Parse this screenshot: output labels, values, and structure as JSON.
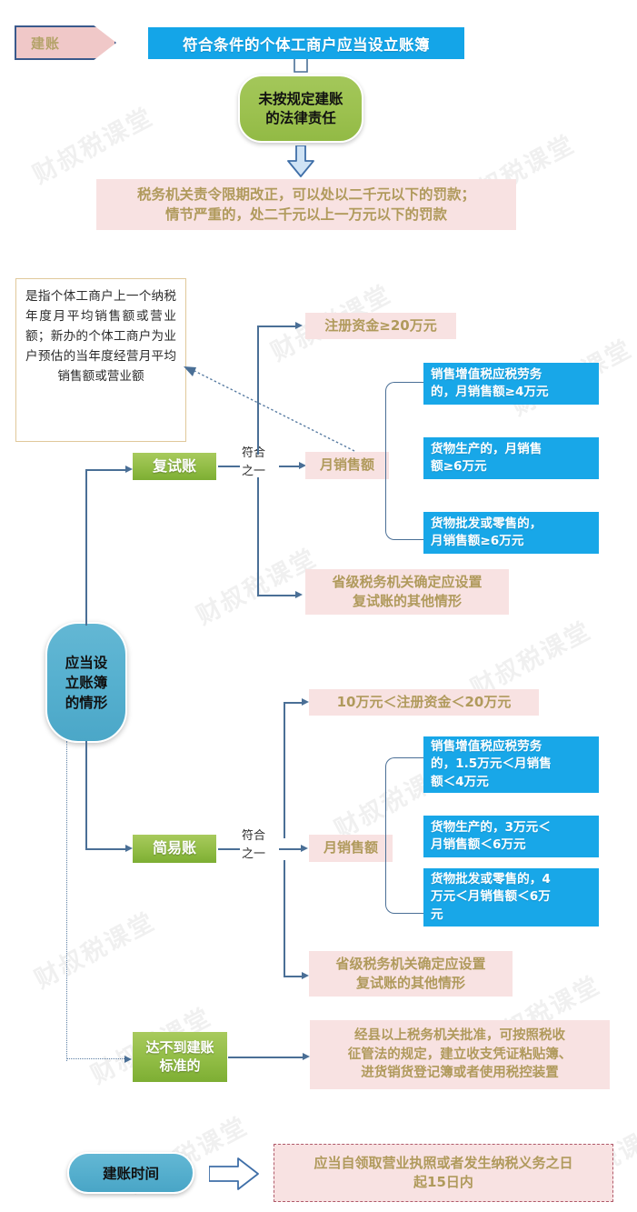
{
  "watermark": {
    "text": "财叔税课堂"
  },
  "top_section": {
    "tag_label": "建账",
    "banner_title": "符合条件的个体工商户应当设立账簿",
    "liability_node": "未按规定建账\n的法律责任",
    "liability_node_line1": "未按规定建账",
    "liability_node_line2": "的法律责任",
    "penalty_line1": "税务机关责令限期改正，可以处以二千元以下的罚款；",
    "penalty_line2": "情节严重的，处二千元以上一万元以下的罚款"
  },
  "definition_box": {
    "text": "是指个体工商户上一个纳税年度月平均销售额或营业额；新办的个体工商户为业户预估的当年度经营月平均销售额或营业额"
  },
  "main_node": {
    "line1": "应当设",
    "line2": "立账簿",
    "line3": "的情形"
  },
  "branch_double_entry": {
    "label": "复试账",
    "condition_line1": "符合",
    "condition_line2": "之一",
    "criteria": [
      {
        "kind": "pink",
        "text": "注册资金≥20万元"
      },
      {
        "kind": "pink",
        "text": "月销售额"
      },
      {
        "kind": "pink",
        "text": "省级税务机关确定应设置\n复试账的其他情形",
        "line1": "省级税务机关确定应设置",
        "line2": "复试账的其他情形"
      }
    ],
    "sales_details": [
      {
        "line1": "销售增值税应税劳务",
        "line2": "的，月销售额≥4万元"
      },
      {
        "line1": "货物生产的，月销售",
        "line2": "额≥6万元"
      },
      {
        "line1": "货物批发或零售的，",
        "line2": "月销售额≥6万元"
      }
    ]
  },
  "branch_simple": {
    "label": "简易账",
    "condition_line1": "符合",
    "condition_line2": "之一",
    "criteria": [
      {
        "kind": "pink",
        "text": "10万元＜注册资金＜20万元"
      },
      {
        "kind": "pink",
        "text": "月销售额"
      },
      {
        "kind": "pink",
        "line1": "省级税务机关确定应设置",
        "line2": "复试账的其他情形"
      }
    ],
    "sales_details": [
      {
        "line1": "销售增值税应税劳务",
        "line2": "的，1.5万元＜月销售",
        "line3": "额＜4万元"
      },
      {
        "line1": "货物生产的，3万元＜",
        "line2": "月销售额＜6万元"
      },
      {
        "line1": "货物批发或零售的，4",
        "line2": "万元＜月销售额＜6万",
        "line3": "元"
      }
    ]
  },
  "branch_below": {
    "label_line1": "达不到建账",
    "label_line2": "标准的",
    "result_line1": "经县以上税务机关批准，可按照税收",
    "result_line2": "征管法的规定，建立收支凭证粘贴簿、",
    "result_line3": "进货销货登记簿或者使用税控装置"
  },
  "bottom_section": {
    "time_label": "建账时间",
    "time_value_line1": "应当自领取营业执照或者发生纳税义务之日",
    "time_value_line2": "起15日内"
  },
  "colors": {
    "banner_blue": "#14a5e8",
    "detail_blue": "#18a7e8",
    "pink_fill": "#f8e2e2",
    "pink_text": "#b09a5c",
    "green_node": "#9cc14f",
    "green_label": "#8fbb43",
    "node_blue": "#56b0cf",
    "connector": "#4a6f96",
    "tag_border": "#3a5a8c",
    "desc_border": "#e0c89a"
  }
}
